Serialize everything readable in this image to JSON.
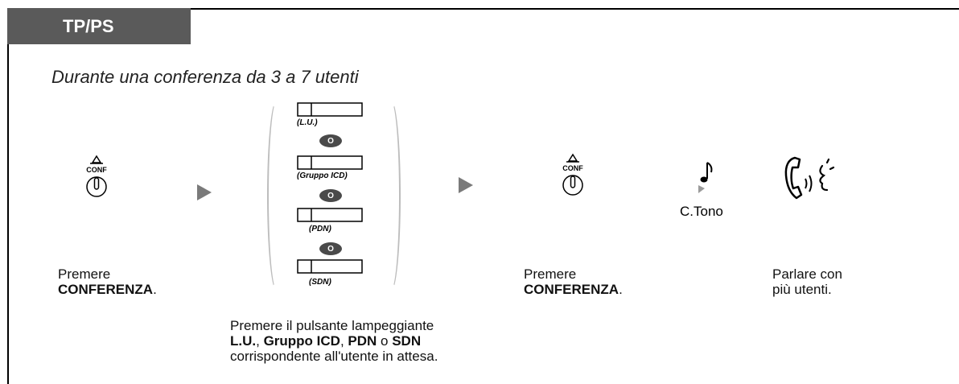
{
  "header": {
    "tab_label": "TP/PS"
  },
  "subtitle": "Durante una conferenza da 3 a 7 utenti",
  "step1": {
    "icon_label": "CONF",
    "caption_line1": "Premere",
    "caption_bold": "CONFERENZA",
    "caption_end": "."
  },
  "step2": {
    "buttons": [
      {
        "label": "(L.U.)"
      },
      {
        "label": "(Gruppo ICD)"
      },
      {
        "label": "(PDN)"
      },
      {
        "label": "(SDN)"
      }
    ],
    "or_label": "O",
    "caption": {
      "line1": "Premere il pulsante lampeggiante",
      "b1": "L.U.",
      "sep1": ", ",
      "b2": "Gruppo ICD",
      "sep2": ", ",
      "b3": "PDN",
      "sep3": " o ",
      "b4": "SDN",
      "line3": "corrispondente all'utente in attesa."
    }
  },
  "step3": {
    "icon_label": "CONF",
    "caption_line1": "Premere",
    "caption_bold": "CONFERENZA",
    "caption_end": "."
  },
  "step4": {
    "tone_label": "C.Tono"
  },
  "step5": {
    "caption_line1": "Parlare con",
    "caption_line2": "più utenti."
  }
}
